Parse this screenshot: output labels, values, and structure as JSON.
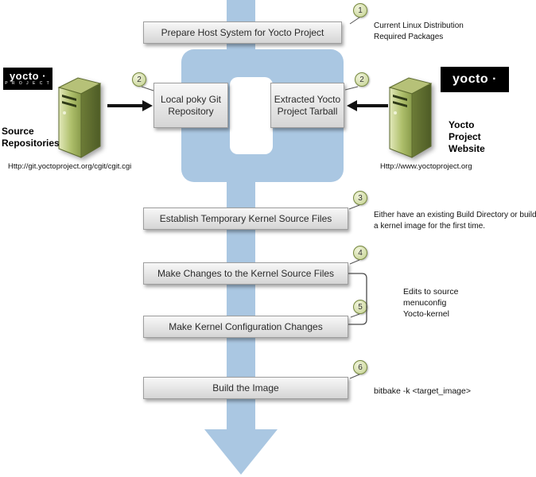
{
  "flow_boxes": {
    "prepare": "Prepare Host System for Yocto Project",
    "git_repo": "Local poky Git\nRepository",
    "tarball": "Extracted Yocto\nProject Tarball",
    "kernel_sources": "Establish Temporary Kernel Source Files",
    "make_changes": "Make Changes to the Kernel Source Files",
    "config_changes": "Make Kernel Configuration Changes",
    "build": "Build the Image"
  },
  "badges": {
    "step1": "1",
    "step2_left": "2",
    "step2_right": "2",
    "step3": "3",
    "step4": "4",
    "step5": "5",
    "step6": "6"
  },
  "annotations": {
    "step1": "Current Linux Distribution\nRequired Packages",
    "step3": "Either have an existing Build Directory or build\na kernel image for the first time.",
    "bracket": "Edits to source\nmenuconfig\nYocto-kernel",
    "step6": "bitbake -k <target_image>"
  },
  "left_source": {
    "logo": "yocto ·",
    "logo_sub": "P R O J E C T",
    "label": "Source\nRepositories",
    "url": "Http://git.yoctoproject.org/cgit/cgit.cgi"
  },
  "right_source": {
    "logo": "yocto ·",
    "label": "Yocto\nProject\nWebsite",
    "url": "Http://www.yoctoproject.org"
  },
  "colors": {
    "flow_arrow_blue": "#aac7e2",
    "box_gray": "#d5d5d5",
    "badge_green": "#c4d190",
    "server_green": "#9fb05a",
    "logo_bg": "#000000"
  }
}
